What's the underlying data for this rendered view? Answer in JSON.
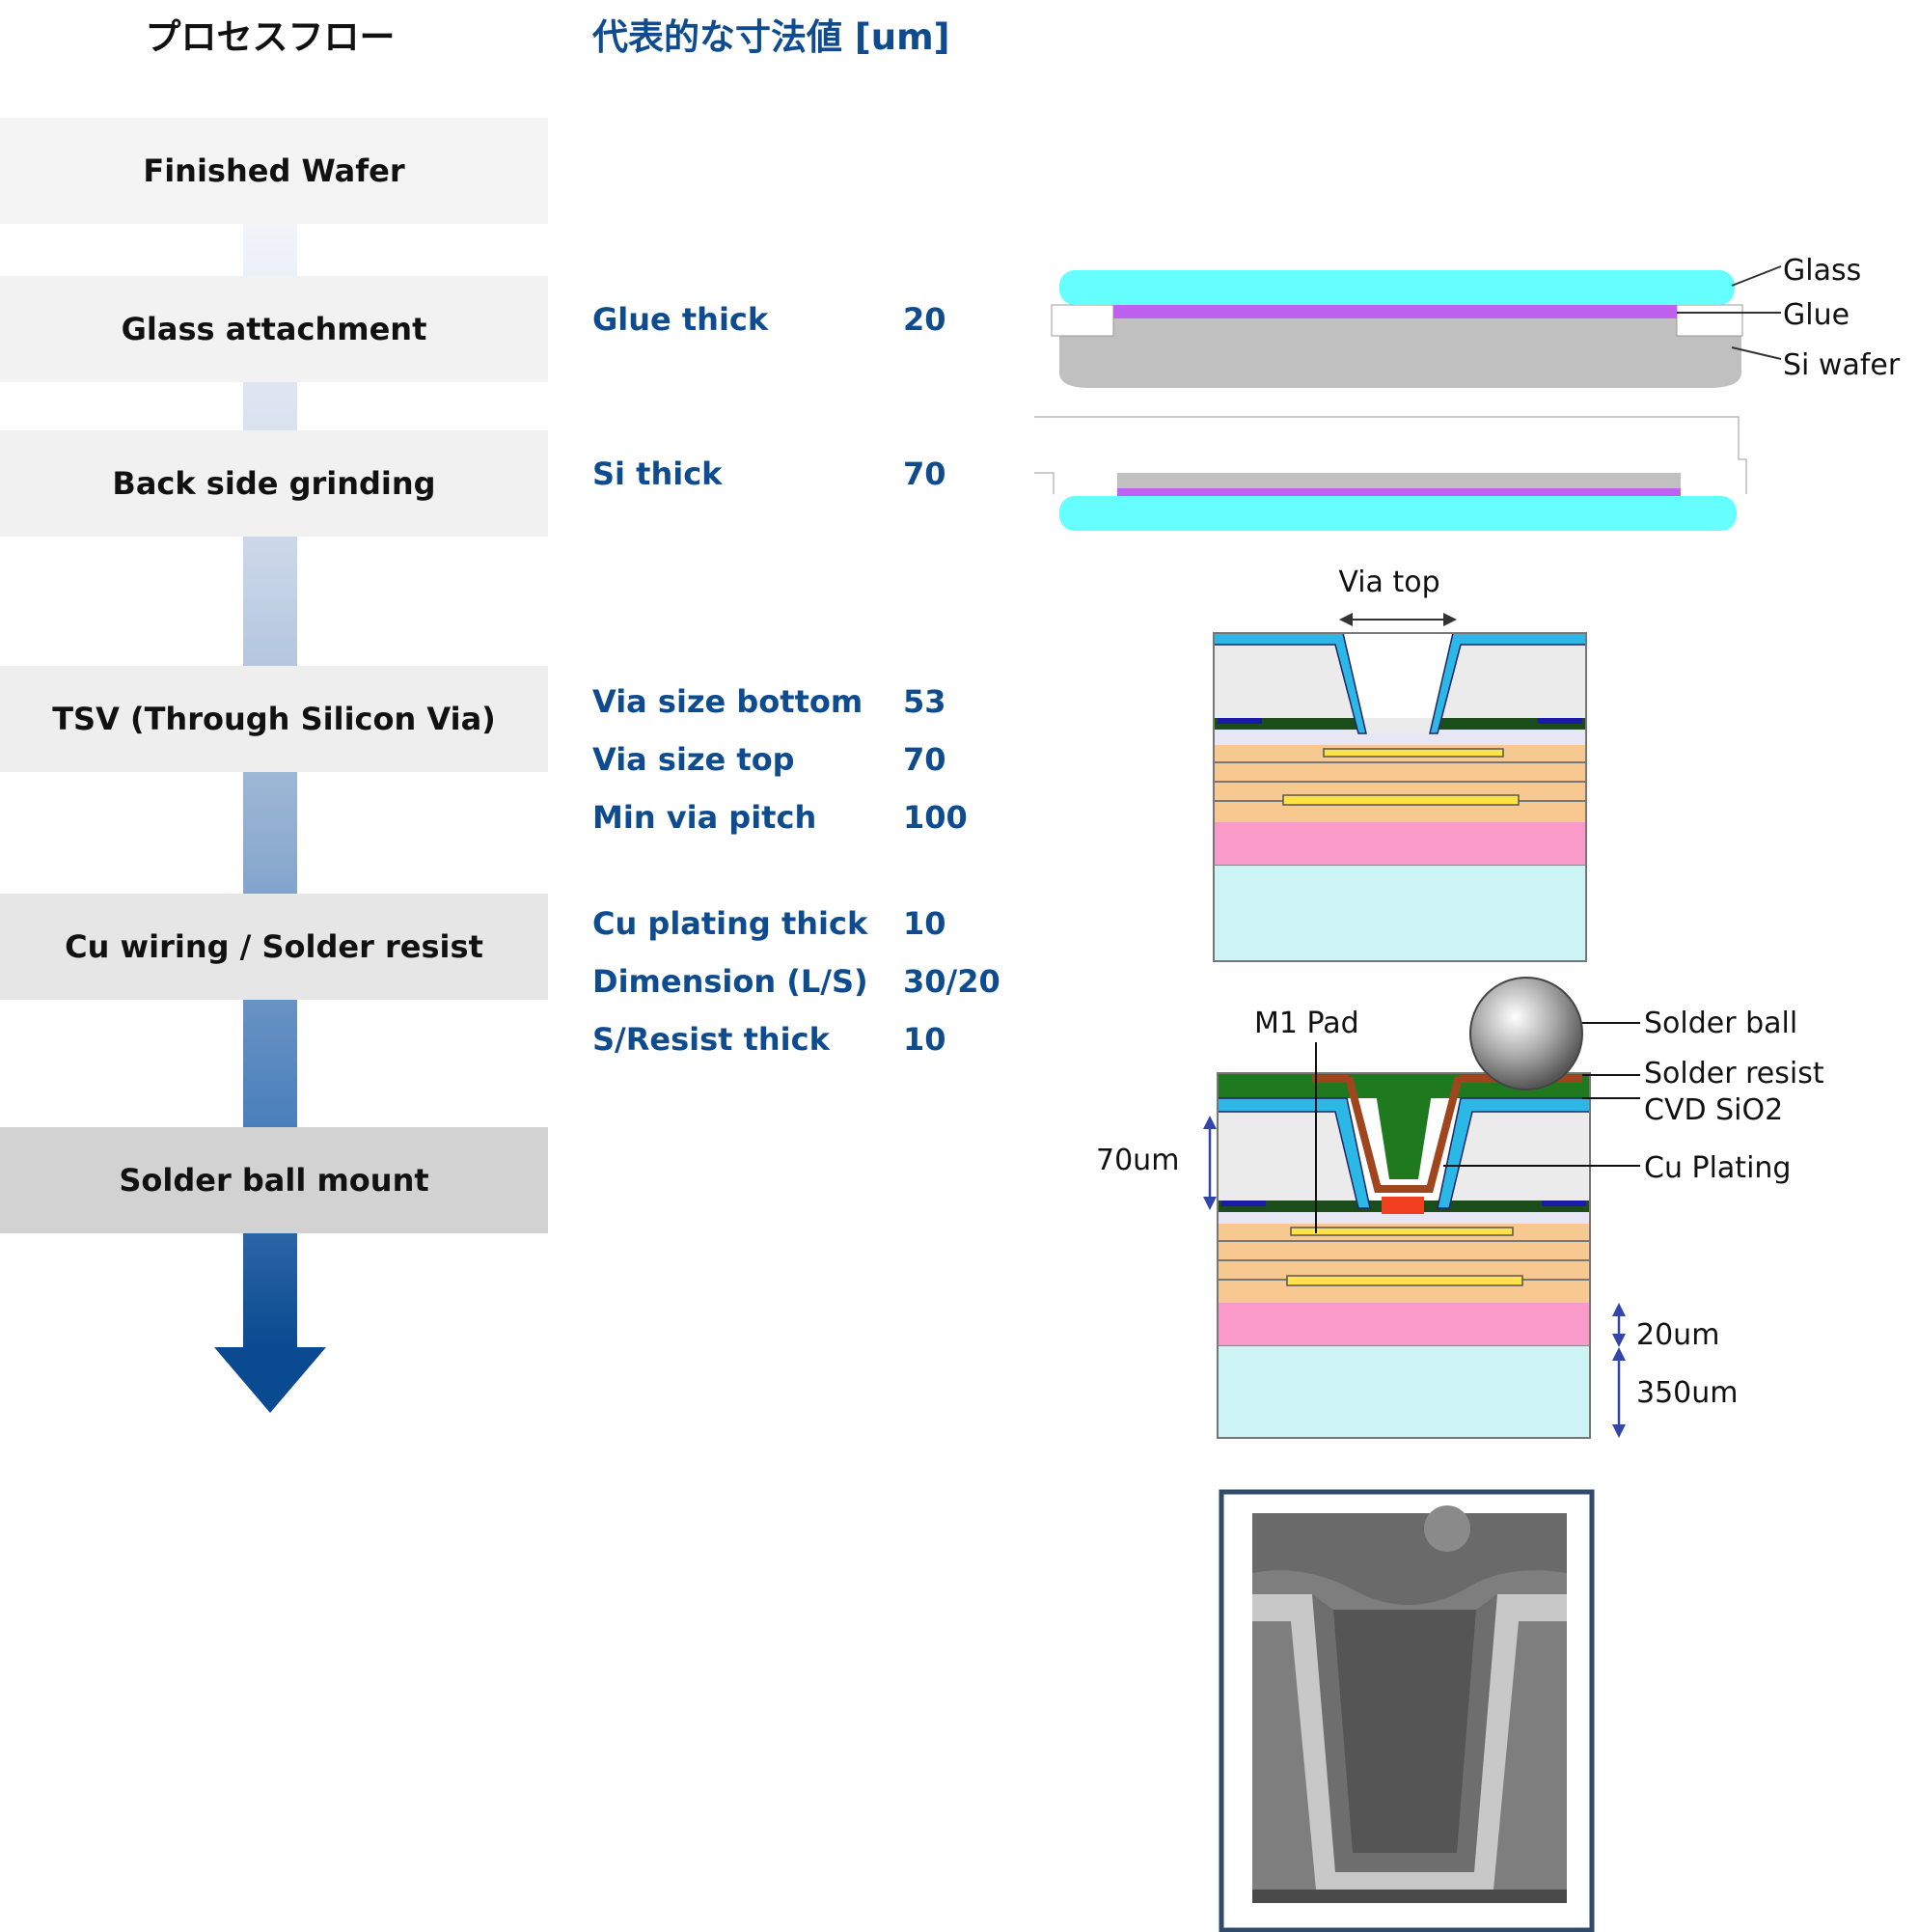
{
  "headers": {
    "process_flow": "プロセスフロー",
    "dimensions": "代表的な寸法値 [um]"
  },
  "steps": [
    {
      "label": "Finished Wafer"
    },
    {
      "label": "Glass attachment"
    },
    {
      "label": "Back side grinding"
    },
    {
      "label": "TSV (Through Silicon Via)"
    },
    {
      "label": "Cu wiring / Solder resist"
    },
    {
      "label": "Solder ball mount"
    }
  ],
  "specs": {
    "glue_thick": {
      "label": "Glue thick",
      "value": "20"
    },
    "si_thick": {
      "label": "Si thick",
      "value": "70"
    },
    "via_bottom": {
      "label": "Via size bottom",
      "value": "53"
    },
    "via_top": {
      "label": "Via size top",
      "value": "70"
    },
    "via_pitch": {
      "label": "Min via pitch",
      "value": "100"
    },
    "cu_plating": {
      "label": "Cu plating thick",
      "value": "10"
    },
    "dimension": {
      "label": "Dimension (L/S)",
      "value": "30/20"
    },
    "resist": {
      "label": "S/Resist thick",
      "value": "10"
    }
  },
  "labels": {
    "glass": "Glass",
    "glue": "Glue",
    "si_wafer": "Si wafer",
    "via_top": "Via top",
    "m1_pad": "M1 Pad",
    "solder_ball": "Solder ball",
    "solder_resist": "Solder resist",
    "cvd_sio2": "CVD SiO2",
    "cu_plating": "Cu Plating",
    "dim_70um": "70um",
    "dim_20um": "20um",
    "dim_350um": "350um"
  },
  "colors": {
    "glass": "#66ffff",
    "glue": "#c060f0",
    "si": "#c0c0c0",
    "copper": "#2bb8e6",
    "resist_green": "#1f7a1f",
    "pink": "#f99ac8",
    "light_cyan": "#ccf4f4",
    "spec_blue": "#0e4c8f",
    "arrow_dark": "#0a4a90"
  }
}
